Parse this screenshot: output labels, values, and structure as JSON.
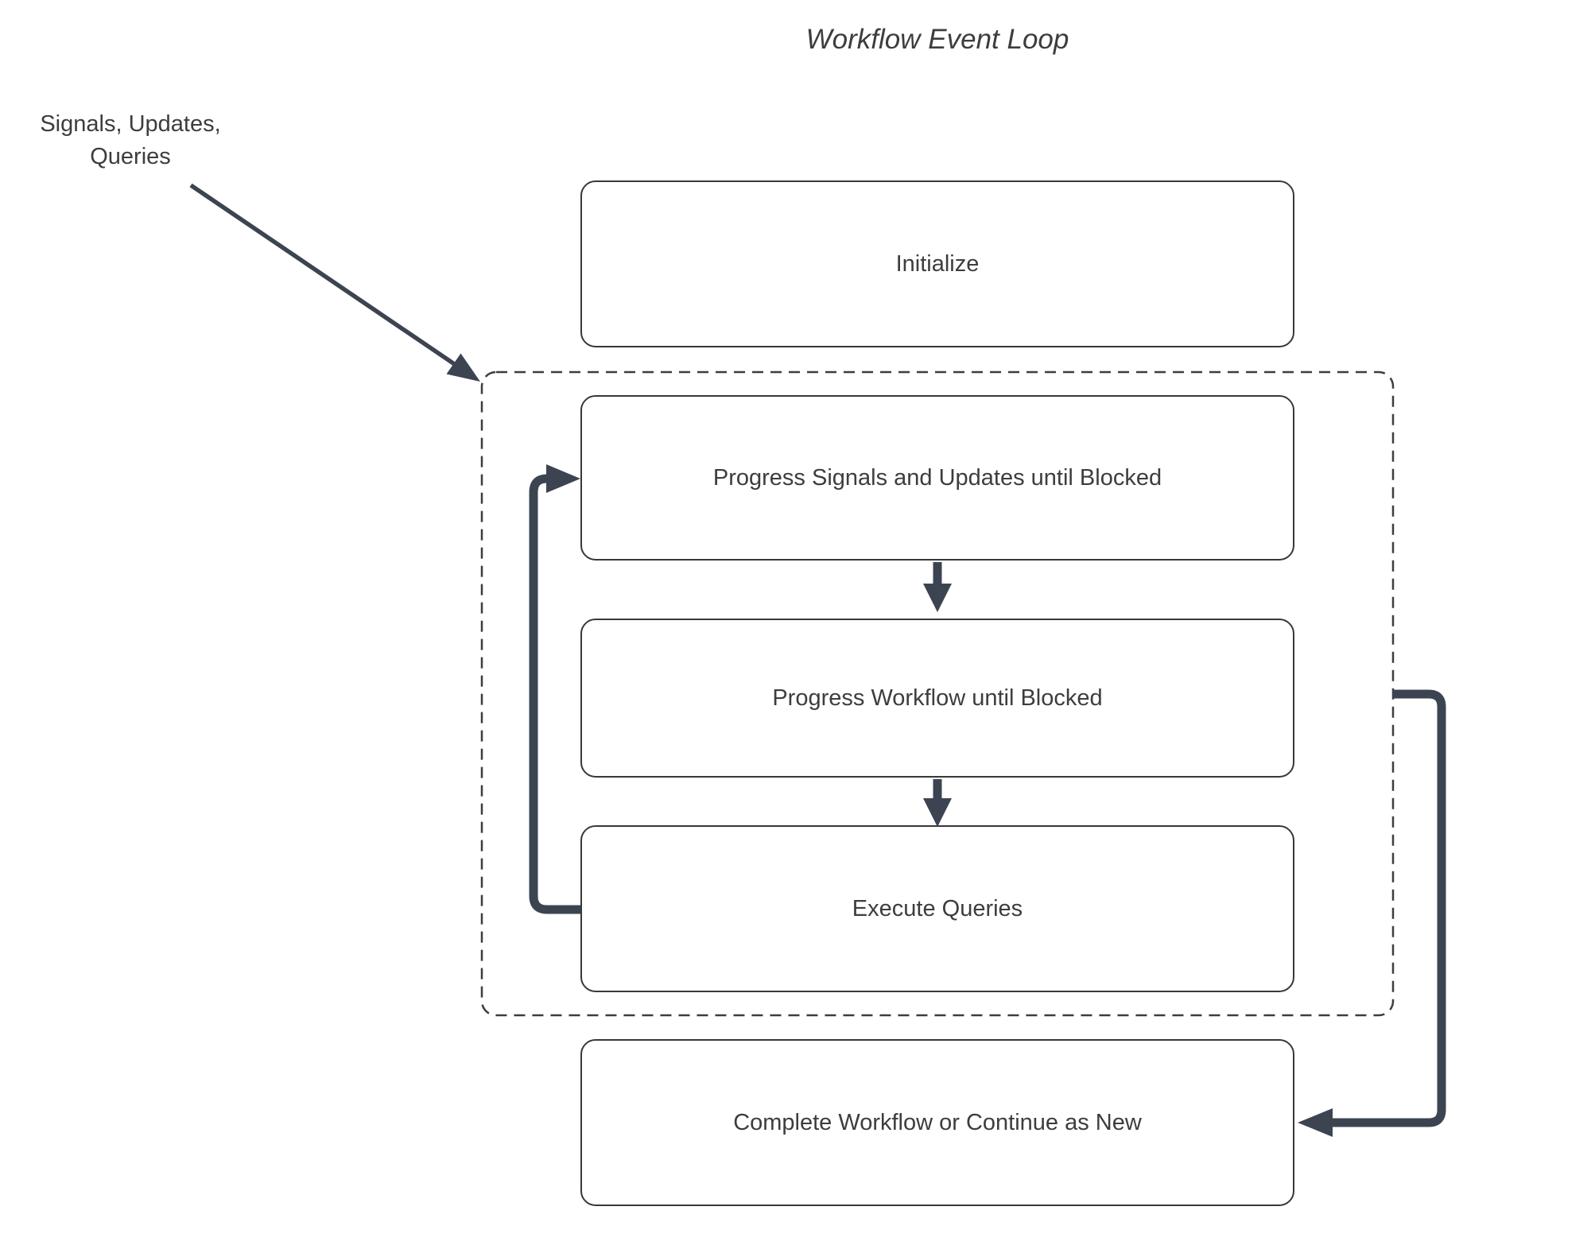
{
  "title": "Workflow Event Loop",
  "annotation": {
    "line1": "Signals, Updates,",
    "line2": "Queries"
  },
  "nodes": {
    "initialize": {
      "label": "Initialize"
    },
    "progress_signals": {
      "label": "Progress Signals and Updates until Blocked"
    },
    "progress_workflow": {
      "label": "Progress Workflow until Blocked"
    },
    "execute_queries": {
      "label": "Execute Queries"
    },
    "complete": {
      "label": "Complete Workflow or Continue as New"
    }
  },
  "edges": [
    {
      "from": "signals-updates-queries-annotation",
      "to": "event-loop-container",
      "style": "thin-diagonal-arrow"
    },
    {
      "from": "progress-signals",
      "to": "progress-workflow",
      "style": "short-down-arrow"
    },
    {
      "from": "progress-workflow",
      "to": "execute-queries",
      "style": "short-down-arrow"
    },
    {
      "from": "execute-queries",
      "to": "progress-signals",
      "style": "thick-loop-back-left"
    },
    {
      "from": "event-loop-container",
      "to": "complete",
      "style": "thick-right-side-arrow"
    }
  ],
  "colors": {
    "arrow": "#3d4451",
    "box_border": "#383838",
    "dashed_border": "#3d3d42",
    "text": "#3d3d3d",
    "background": "#ffffff"
  }
}
